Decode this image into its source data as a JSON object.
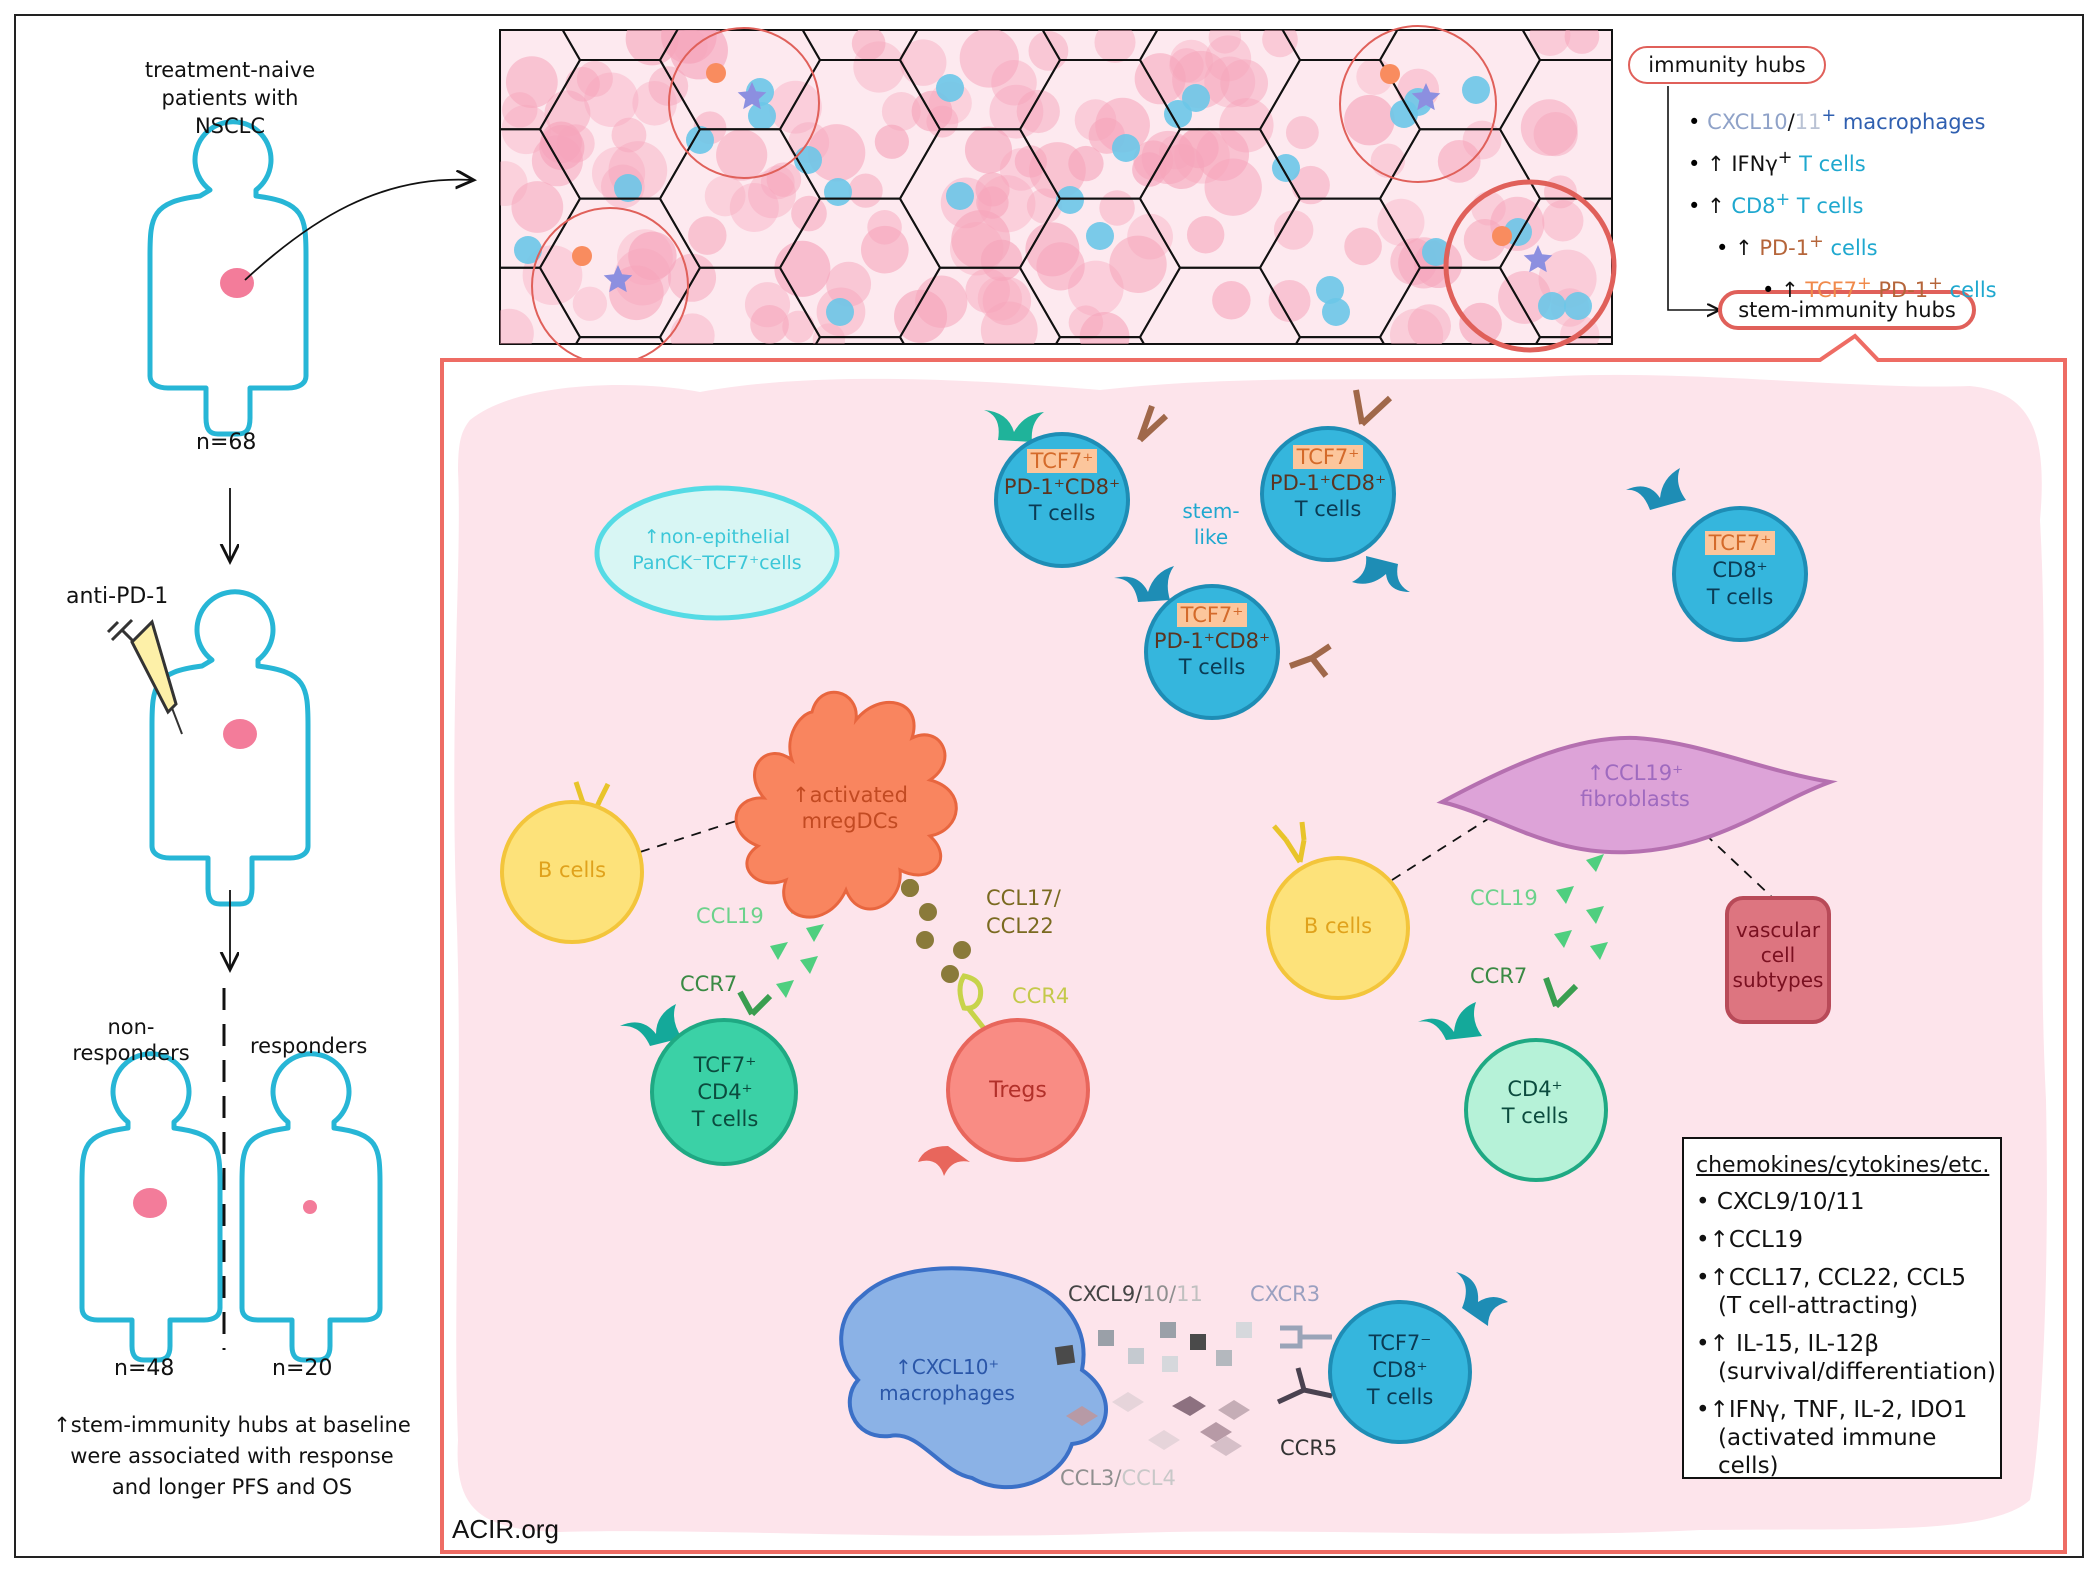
{
  "left_panel": {
    "cohort_label": "treatment-naive\npatients with\nNSCLC",
    "cohort_lines": [
      "treatment-naive",
      "patients with",
      "NSCLC"
    ],
    "n_total": "n=68",
    "drug_label": "anti-PD-1",
    "nonresponders_lines": [
      "non-",
      "responders"
    ],
    "responders_label": "responders",
    "n_nonresponders": "n=48",
    "n_responders": "n=20",
    "conclusion_lines": [
      "↑stem-immunity hubs at baseline",
      "were associated with response",
      "and longer PFS and OS"
    ]
  },
  "hub_legend": {
    "immunity_hubs": "immunity hubs",
    "stem_immunity_hubs": "stem-immunity hubs",
    "items": [
      {
        "bullet": "•",
        "parts": [
          {
            "t": "CXCL10",
            "c": "#8fa2c8"
          },
          {
            "t": "/",
            "c": "#111"
          },
          {
            "t": "11",
            "c": "#b9c2d4"
          },
          {
            "t": "+",
            "c": "#2f5fb0",
            "sup": true
          },
          {
            "t": " macrophages",
            "c": "#2f5fb0"
          }
        ]
      },
      {
        "bullet": "•",
        "parts": [
          {
            "t": "↑ IFNγ",
            "c": "#111"
          },
          {
            "t": "+",
            "c": "#111",
            "sup": true
          },
          {
            "t": " T cells",
            "c": "#1fa8cf"
          }
        ]
      },
      {
        "bullet": "•",
        "parts": [
          {
            "t": "↑ ",
            "c": "#111"
          },
          {
            "t": "CD8",
            "c": "#1fa8cf"
          },
          {
            "t": "+",
            "c": "#1fa8cf",
            "sup": true
          },
          {
            "t": " T cells",
            "c": "#1fa8cf"
          }
        ]
      },
      {
        "bullet": "•",
        "parts": [
          {
            "t": "↑ ",
            "c": "#111"
          },
          {
            "t": "PD-1",
            "c": "#b5653a"
          },
          {
            "t": "+",
            "c": "#b5653a",
            "sup": true
          },
          {
            "t": " cells",
            "c": "#1fa8cf"
          }
        ]
      },
      {
        "bullet": "•",
        "parts": [
          {
            "t": "↑ ",
            "c": "#111"
          },
          {
            "t": "TCF7",
            "c": "#f08a4b"
          },
          {
            "t": "+",
            "c": "#f08a4b",
            "sup": true
          },
          {
            "t": " PD-1",
            "c": "#b5653a"
          },
          {
            "t": "+",
            "c": "#b5653a",
            "sup": true
          },
          {
            "t": " cells",
            "c": "#1fa8cf"
          }
        ]
      }
    ]
  },
  "cells": {
    "stem_cd8_a": {
      "line1": "TCF7⁺",
      "line2": "PD-1⁺CD8⁺",
      "line3": "T cells"
    },
    "stem_cd8_b": {
      "line1": "TCF7⁺",
      "line2": "PD-1⁺CD8⁺",
      "line3": "T cells"
    },
    "stem_cd8_c": {
      "line1": "TCF7⁺",
      "line2": "PD-1⁺CD8⁺",
      "line3": "T cells"
    },
    "stem_like": "stem-\nlike",
    "stem_like_lines": [
      "stem-",
      "like"
    ],
    "tcf7_cd8": {
      "line1": "TCF7⁺",
      "line2": "CD8⁺",
      "line3": "T cells"
    },
    "non_epithelial_lines": [
      "↑non-epithelial",
      "PanCK⁻TCF7⁺cells"
    ],
    "b_cells_left": "B cells",
    "mregdc_lines": [
      "↑activated",
      "mregDCs"
    ],
    "ccl19_left": "CCL19",
    "ccr7_left": "CCR7",
    "ccl17_lines": [
      "CCL17/",
      "CCL22"
    ],
    "ccr4": "CCR4",
    "tcf7_cd4_lines": [
      "TCF7⁺",
      "CD4⁺",
      "T cells"
    ],
    "tregs": "Tregs",
    "fibroblast_lines": [
      "↑CCL19⁺",
      "fibroblasts"
    ],
    "b_cells_right": "B cells",
    "ccl19_right": "CCL19",
    "ccr7_right": "CCR7",
    "cd4_lines": [
      "CD4⁺",
      "T cells"
    ],
    "vascular_lines": [
      "vascular",
      "cell",
      "subtypes"
    ],
    "macrophage_lines": [
      "↑CXCL10⁺",
      "macrophages"
    ],
    "cxcl_parts": [
      {
        "t": "CXCL9/",
        "c": "#444"
      },
      {
        "t": "10/",
        "c": "#8f8f8f"
      },
      {
        "t": "11",
        "c": "#c0c0c0"
      }
    ],
    "cxcr3": "CXCR3",
    "ccl3_parts": [
      {
        "t": "CCL3/",
        "c": "#8f8f8f"
      },
      {
        "t": "CCL4",
        "c": "#c8c8c8"
      }
    ],
    "ccr5": "CCR5",
    "tcf7neg_cd8_lines": [
      "TCF7⁻",
      "CD8⁺",
      "T cells"
    ]
  },
  "legend": {
    "title": "chemokines/cytokines/etc.",
    "items": [
      [
        "• CXCL9/10/11"
      ],
      [
        "•↑CCL19"
      ],
      [
        "•↑CCL17, CCL22, CCL5",
        "(T cell-attracting)"
      ],
      [
        "•↑ IL-15, IL-12β",
        "(survival/differentiation)"
      ],
      [
        "•↑IFNγ, TNF, IL-2, IDO1",
        "(activated immune cells)"
      ]
    ]
  },
  "footer": "ACIR.org",
  "colors": {
    "person_outline": "#27b6d6",
    "tumor": "#f37c9a",
    "hub_red": "#e0605a",
    "pink_bg": "#fde6ec",
    "teal_cell": "#35b6dd",
    "green_cell": "#3bd1a6",
    "dc_orange": "#f9855f",
    "treg_red": "#f98c84",
    "bcell_yellow": "#fde27a",
    "fibroblast_purple": "#dda3d8",
    "vascular_red": "#dd7580",
    "macrophage_blue": "#7aa4dd"
  }
}
